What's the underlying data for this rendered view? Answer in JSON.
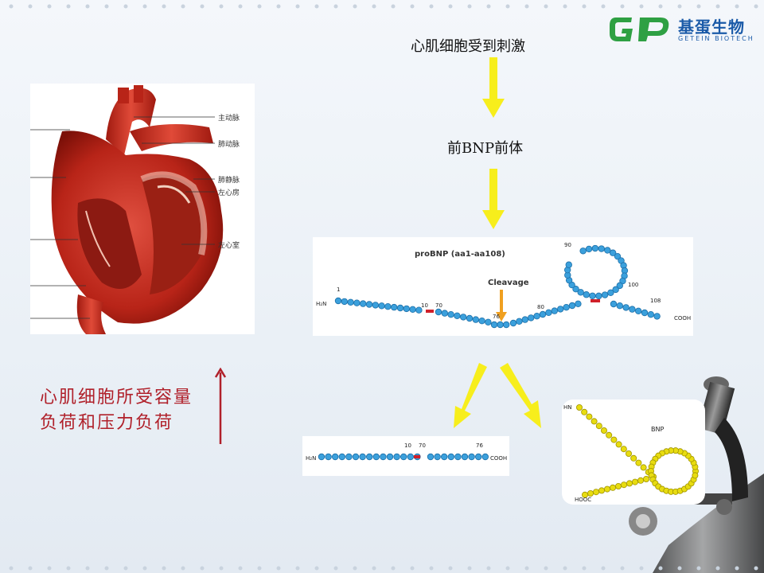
{
  "logo": {
    "mark": "GP",
    "name_cn": "基蛋生物",
    "name_en": "GETEIN BIOTECH",
    "color": "#1a5aa8",
    "accent": "#2ea043"
  },
  "flow": {
    "step1": "心肌细胞受到刺激",
    "step2": "前BNP前体",
    "arrow_color": "#f7ee1c"
  },
  "heart_labels": [
    "主动脉",
    "肺动脉",
    "肺静脉",
    "左心房",
    "左心室"
  ],
  "probnp": {
    "title": "proBNP (aa1-aa108)",
    "cleavage": "Cleavage",
    "n_term": "H₂N",
    "c_term": "COOH",
    "positions": [
      "1",
      "10",
      "70",
      "76",
      "80",
      "90",
      "100",
      "108"
    ]
  },
  "ntprobnp": {
    "n_term": "H₂N",
    "c_term": "COOH",
    "positions": [
      "10",
      "70",
      "76"
    ]
  },
  "bnp": {
    "label": "BNP",
    "n_term": "HN",
    "c_term": "HOOC"
  },
  "stress": {
    "line1": "心肌细胞所受容量",
    "line2": "负荷和压力负荷",
    "color": "#b0202a"
  }
}
